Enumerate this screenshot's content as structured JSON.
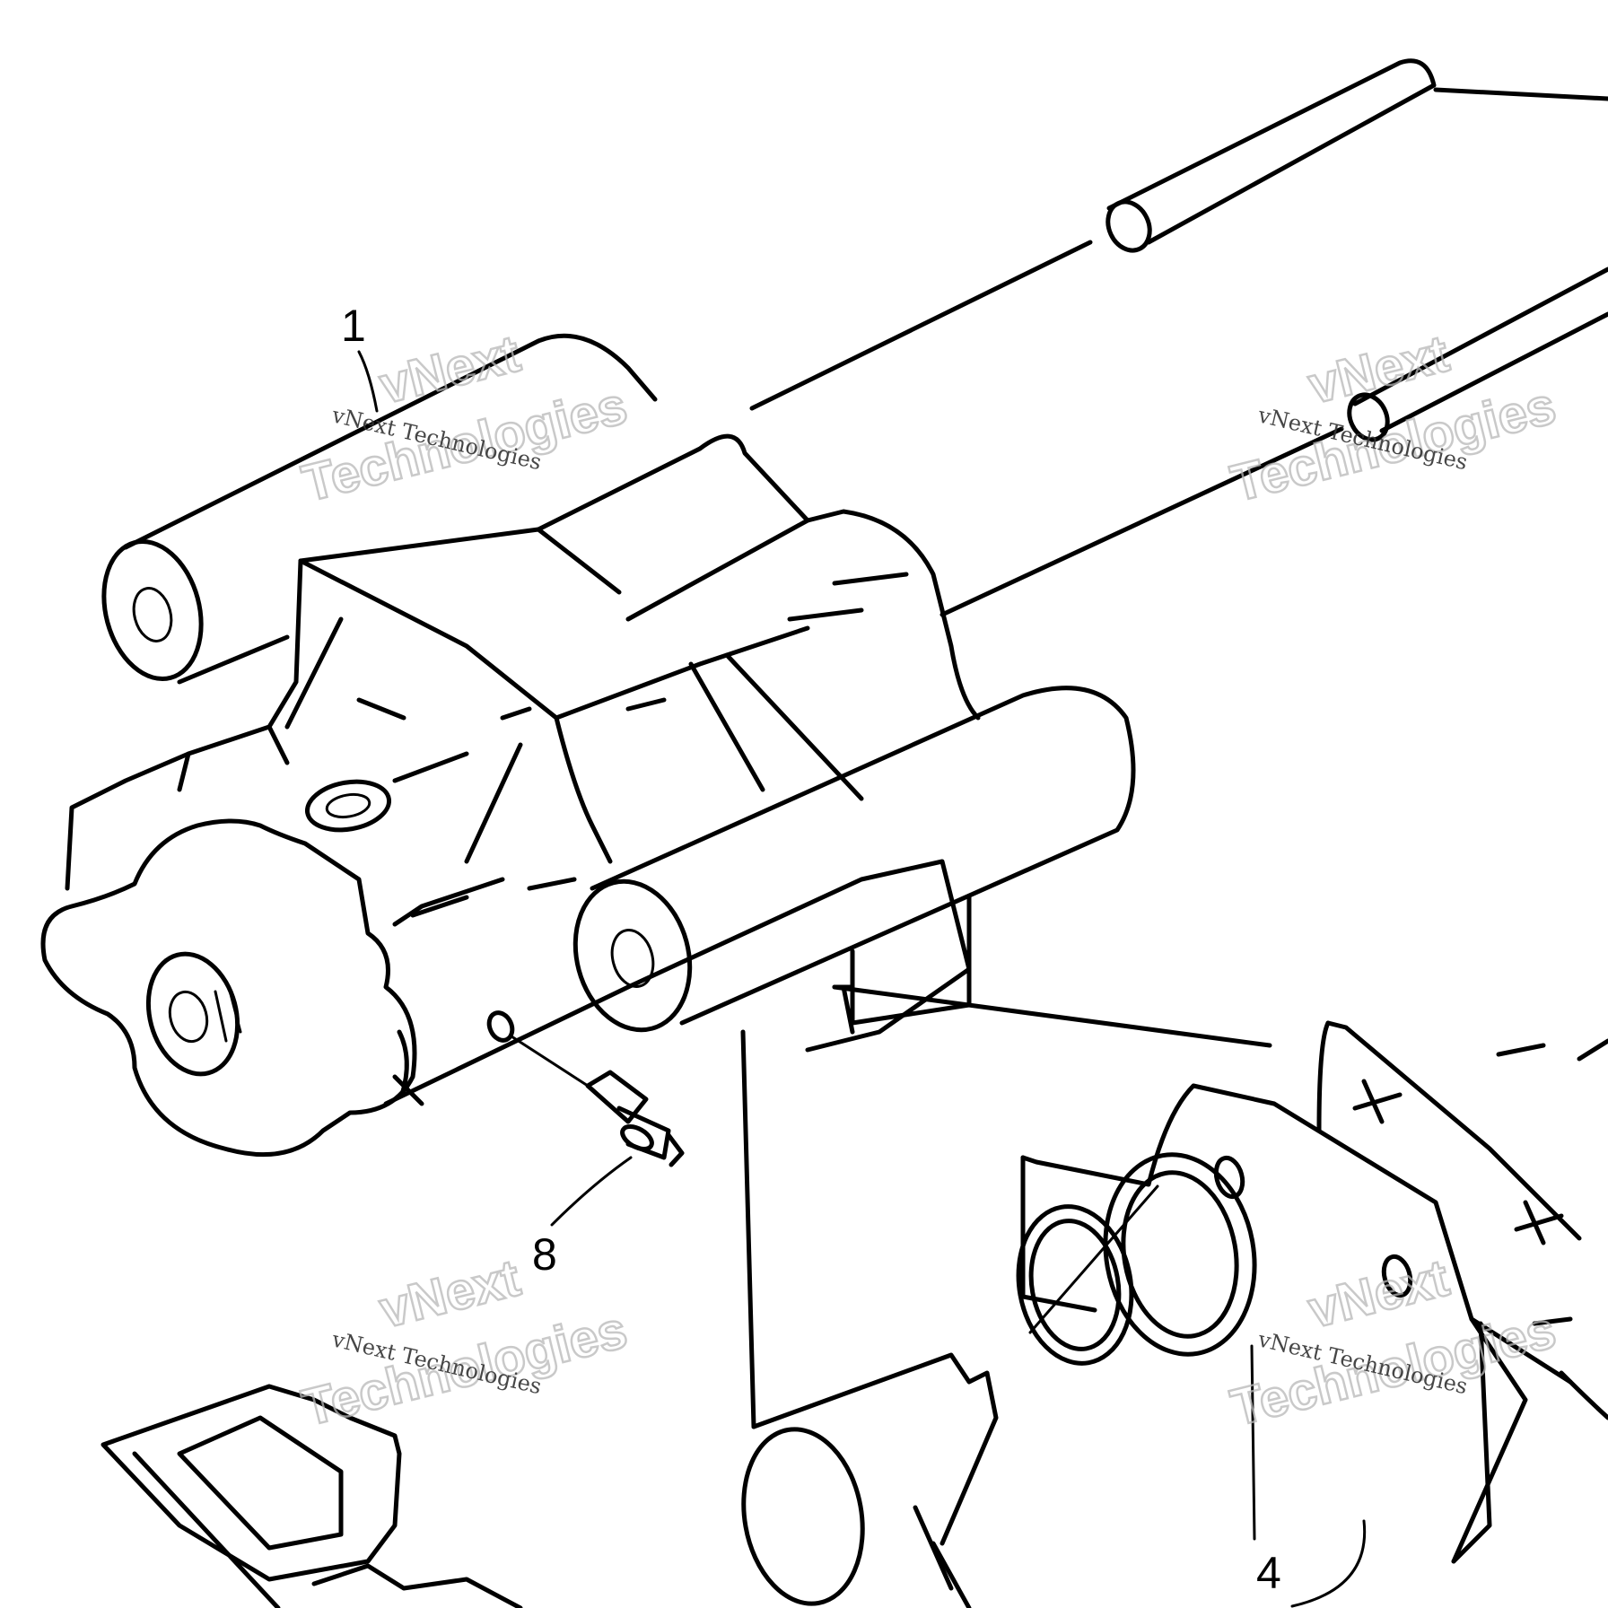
{
  "callouts": {
    "part_1": "1",
    "part_8": "8",
    "part_4": "4"
  },
  "watermark": {
    "line_small": "vNext Technologies",
    "line_big_1": "vNext",
    "line_big_2": "Technologies"
  }
}
